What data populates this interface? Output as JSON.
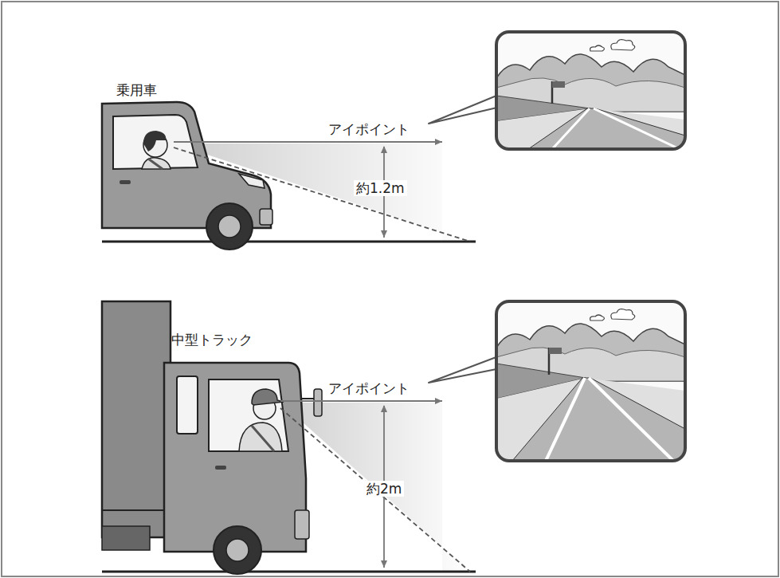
{
  "diagram": {
    "labels": [
      "乗用車",
      "アイポイント",
      "約1.2m",
      "中型トラック",
      "アイポイント",
      "約2m"
    ]
  }
}
